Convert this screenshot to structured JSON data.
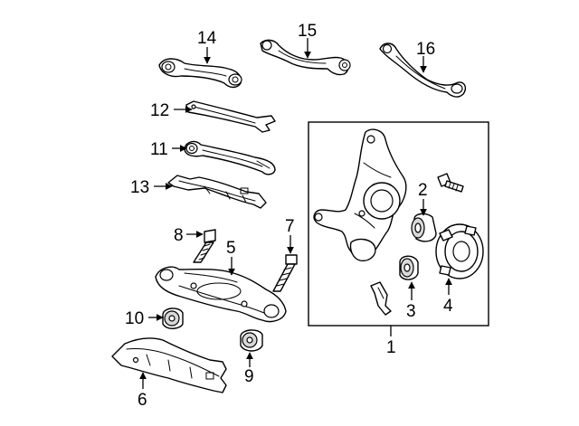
{
  "callouts": {
    "c1": "1",
    "c2": "2",
    "c3": "3",
    "c4": "4",
    "c5": "5",
    "c6": "6",
    "c7": "7",
    "c8": "8",
    "c9": "9",
    "c10": "10",
    "c11": "11",
    "c12": "12",
    "c13": "13",
    "c14": "14",
    "c15": "15",
    "c16": "16"
  },
  "colors": {
    "line": "#000000",
    "background": "#ffffff",
    "shade": "#d8d8d8"
  }
}
